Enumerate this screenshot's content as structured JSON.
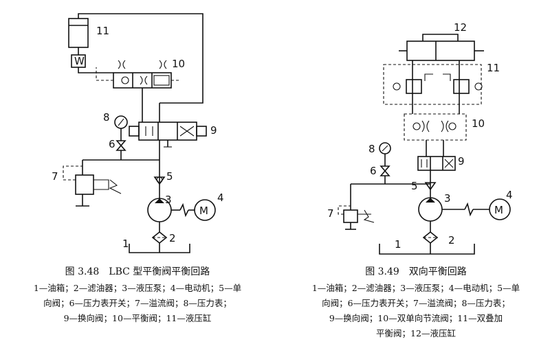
{
  "left_figure": {
    "title": "图 3.48　LBC 型平衡阀平衡回路",
    "legend_lines": [
      "1—油箱；2—滤油器；3—液压泵；4—电动机；5—单",
      "向阀；6—压力表开关；7—溢流阀；8—压力表；",
      "9—换向阀；10—平衡阀；11—液压缸"
    ],
    "load_symbol": "W",
    "numbers": [
      "1",
      "2",
      "3",
      "4",
      "5",
      "6",
      "7",
      "8",
      "9",
      "10",
      "11"
    ]
  },
  "right_figure": {
    "title": "图 3.49　双向平衡回路",
    "legend_lines": [
      "1—油箱；2—滤油器；3—液压泵；4—电动机；5—单",
      "向阀；6—压力表开关；7—溢流阀；8—压力表；",
      "9—换向阀；10—双单向节流阀；11—双叠加",
      "平衡阀；12—液压缸"
    ],
    "numbers": [
      "1",
      "2",
      "3",
      "4",
      "5",
      "6",
      "7",
      "8",
      "9",
      "10",
      "11",
      "12"
    ]
  },
  "motor_symbol": "M"
}
